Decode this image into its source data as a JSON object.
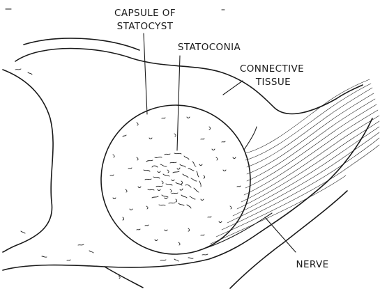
{
  "diagram": {
    "labels": {
      "capsule_line1": "CAPSULE OF",
      "capsule_line2": "STATOCYST",
      "statoconia": "STATOCONIA",
      "connective_line1": "CONNECTIVE",
      "connective_line2": "TISSUE",
      "nerve": "NERVE"
    }
  }
}
